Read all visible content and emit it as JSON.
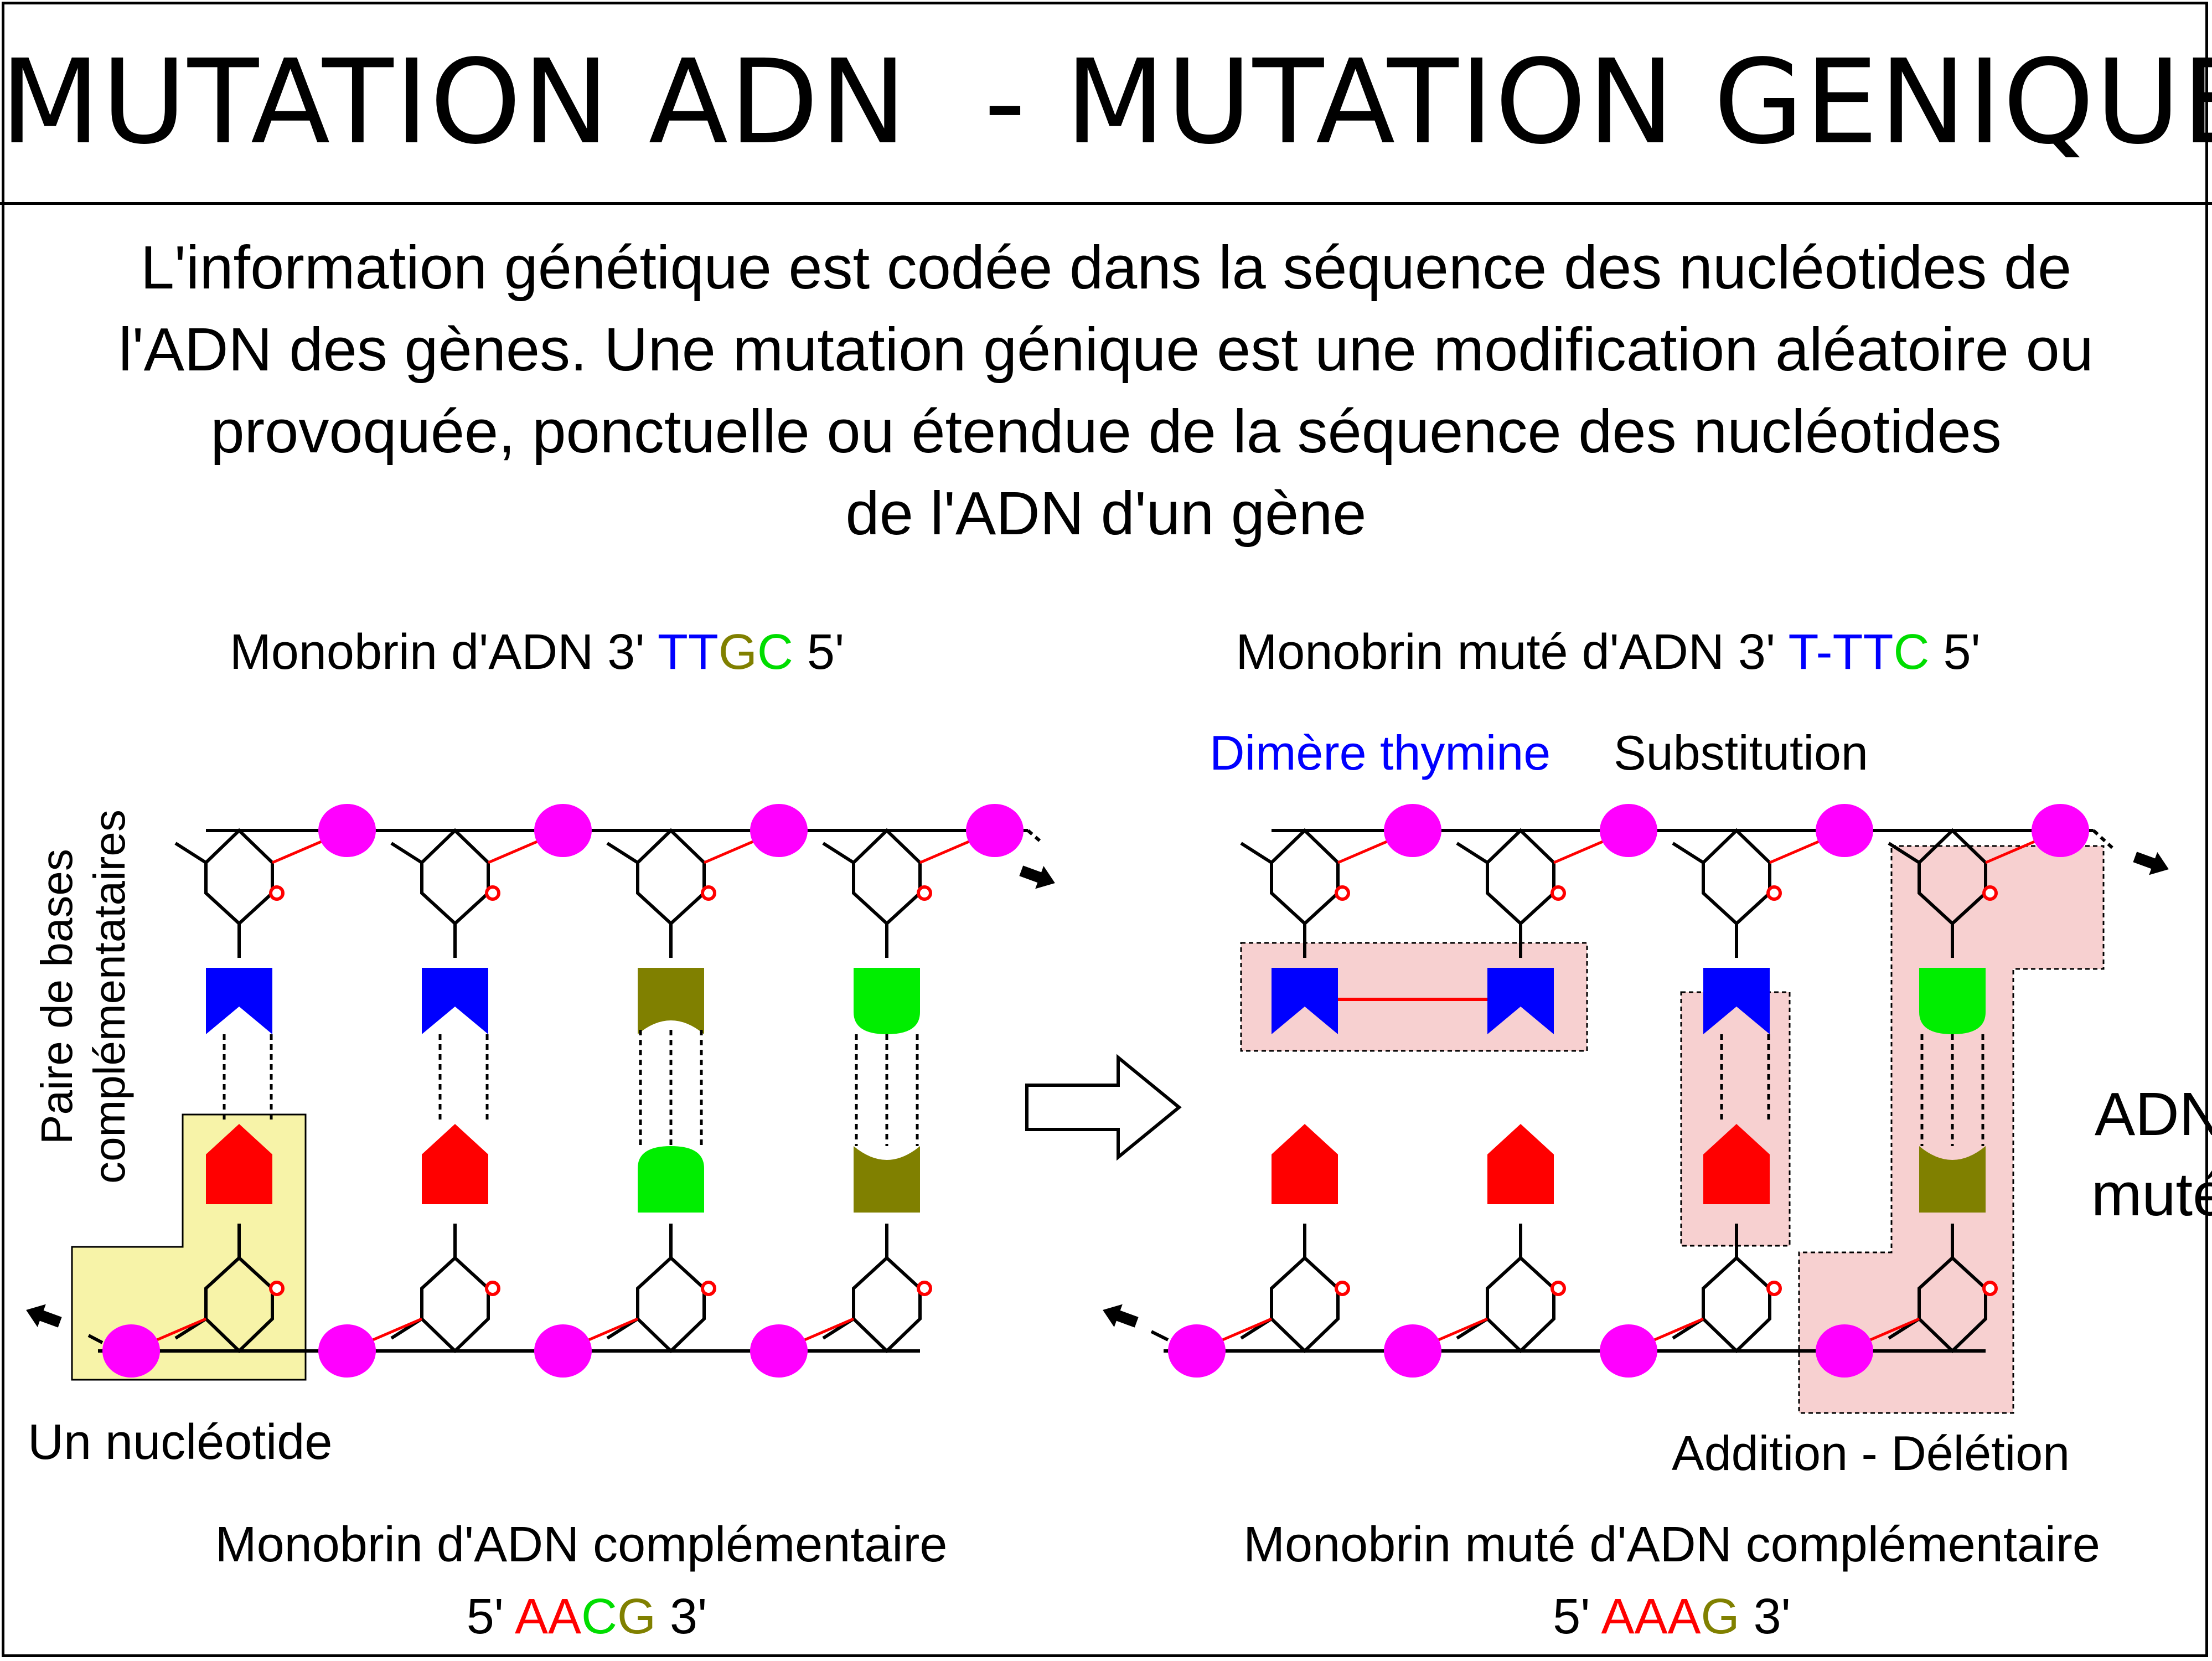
{
  "title": "MUTATION ADN  - MUTATION GENIQUE",
  "intro": {
    "line1": "L'information génétique est codée dans la séquence des nucléotides de",
    "line2": "l'ADN des gènes. Une mutation génique est une modification aléatoire ou",
    "line3": "provoquée, ponctuelle ou étendue de la séquence des nucléotides",
    "line4": "de l'ADN d'un gène"
  },
  "left": {
    "top_prefix": "Monobrin d'ADN 3' ",
    "top_seq": [
      {
        "t": "T",
        "c": "#0000ff"
      },
      {
        "t": "T",
        "c": "#0000ff"
      },
      {
        "t": "G",
        "c": "#808000"
      },
      {
        "t": "C",
        "c": "#00dd00"
      }
    ],
    "top_suffix": " 5'",
    "bottom_line1": "Monobrin d'ADN complémentaire",
    "bottom_prefix": "5' ",
    "bottom_seq": [
      {
        "t": "A",
        "c": "#ff0000"
      },
      {
        "t": "A",
        "c": "#ff0000"
      },
      {
        "t": "C",
        "c": "#00dd00"
      },
      {
        "t": "G",
        "c": "#808000"
      }
    ],
    "bottom_suffix": " 3'",
    "pair_label_line1": "Paire de bases",
    "pair_label_line2": "complémentataires",
    "nucleotide_label": "Un nucléotide"
  },
  "right": {
    "top_prefix": "Monobrin muté d'ADN  3' ",
    "top_seq": [
      {
        "t": "T-TT",
        "c": "#0000ff"
      },
      {
        "t": "C",
        "c": "#00dd00"
      }
    ],
    "top_suffix": " 5'",
    "dimer_label": "Dimère thymine",
    "substitution_label": "Substitution",
    "adn_mute_line1": "ADN",
    "adn_mute_line2": "muté",
    "addition_label": "Addition - Délétion",
    "bottom_line1": "Monobrin muté d'ADN complémentaire",
    "bottom_prefix": "5' ",
    "bottom_seq": [
      {
        "t": "AAA",
        "c": "#ff0000"
      },
      {
        "t": "G",
        "c": "#808000"
      }
    ],
    "bottom_suffix": " 3'"
  },
  "colors": {
    "thymine": "#0000ff",
    "adenine": "#ff0000",
    "guanine": "#808000",
    "cytosine": "#00ee00",
    "phosphate": "#ff00ff",
    "highlight_yellow": "#f7f3a8",
    "highlight_pink": "#f7d0d0"
  }
}
